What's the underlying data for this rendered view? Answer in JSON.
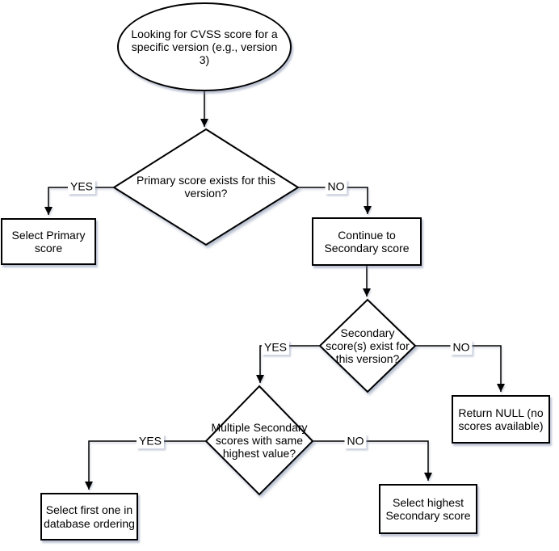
{
  "diagram": {
    "background": "#ffffff",
    "stroke_color": "#000000",
    "node_fill": "#ffffff",
    "text_color": "#000000",
    "nodes": {
      "start": {
        "type": "ellipse",
        "label": "Looking for CVSS score for a\nspecific version (e.g., version 3)"
      },
      "decision_primary": {
        "type": "decision",
        "label": "Primary score exists for this\nversion?"
      },
      "select_primary": {
        "type": "process",
        "label": "Select Primary\nscore"
      },
      "continue_secondary": {
        "type": "process",
        "label": "Continue to\nSecondary score"
      },
      "decision_secondary": {
        "type": "decision",
        "label": "Secondary\nscore(s) exist for\nthis version?"
      },
      "return_null": {
        "type": "process",
        "label": "Return NULL (no\nscores available)"
      },
      "decision_multiple": {
        "type": "decision",
        "label": "Multiple Secondary\nscores with same\nhighest value?"
      },
      "select_first": {
        "type": "process",
        "label": "Select first one in\ndatabase ordering"
      },
      "select_highest": {
        "type": "process",
        "label": "Select highest\nSecondary score"
      }
    },
    "edges": [
      {
        "from": "start",
        "to": "decision_primary",
        "label": ""
      },
      {
        "from": "decision_primary",
        "to": "select_primary",
        "label": "YES"
      },
      {
        "from": "decision_primary",
        "to": "continue_secondary",
        "label": "NO"
      },
      {
        "from": "continue_secondary",
        "to": "decision_secondary",
        "label": ""
      },
      {
        "from": "decision_secondary",
        "to": "decision_multiple",
        "label": "YES"
      },
      {
        "from": "decision_secondary",
        "to": "return_null",
        "label": "NO"
      },
      {
        "from": "decision_multiple",
        "to": "select_first",
        "label": "YES"
      },
      {
        "from": "decision_multiple",
        "to": "select_highest",
        "label": "NO"
      }
    ]
  }
}
